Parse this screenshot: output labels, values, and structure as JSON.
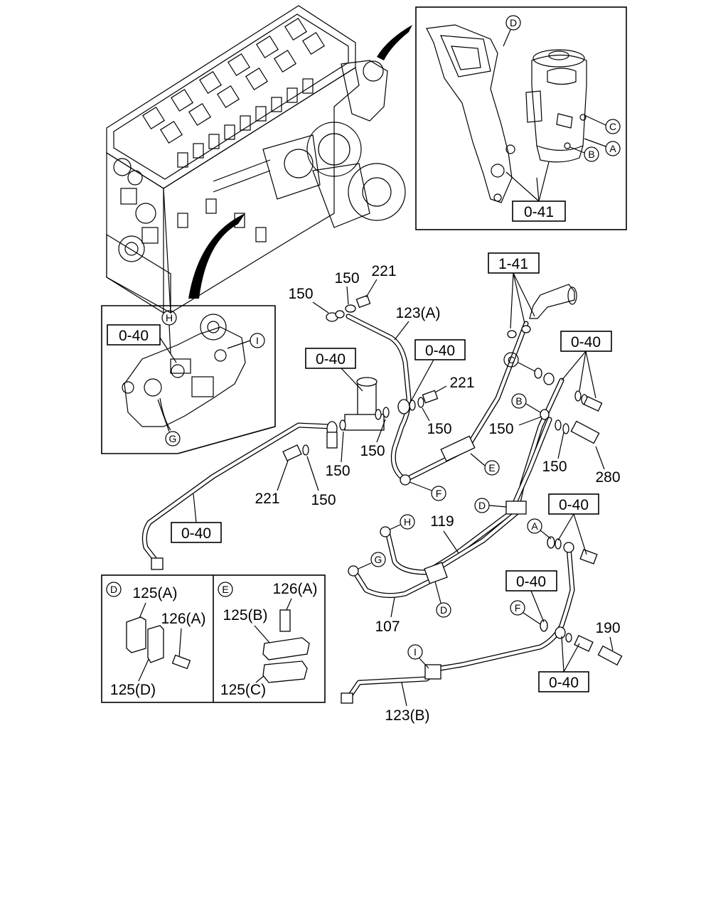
{
  "diagram": {
    "box_labels": [
      "0-41",
      "1-41",
      "0-40",
      "0-40",
      "0-40",
      "0-40",
      "0-40",
      "0-40",
      "0-40",
      "0-40"
    ],
    "part_numbers": {
      "p221_top": "221",
      "p150_top_a": "150",
      "p150_top_b": "150",
      "p123a": "123(A)",
      "p221_mid": "221",
      "p150_mid": "150",
      "p150_mid2": "150",
      "p150_low": "150",
      "p221_low": "221",
      "p150_low2": "150",
      "p150_right": "150",
      "p150_right2": "150",
      "p280": "280",
      "p119": "119",
      "p107": "107",
      "p190": "190",
      "p123b": "123(B)"
    },
    "circle_refs": [
      "A",
      "B",
      "C",
      "D",
      "E",
      "F",
      "G",
      "H",
      "I"
    ],
    "inset_d": {
      "ref": "D",
      "labels": [
        "125(A)",
        "126(A)",
        "125(D)"
      ]
    },
    "inset_e": {
      "ref": "E",
      "labels": [
        "126(A)",
        "125(B)",
        "125(C)"
      ]
    }
  }
}
